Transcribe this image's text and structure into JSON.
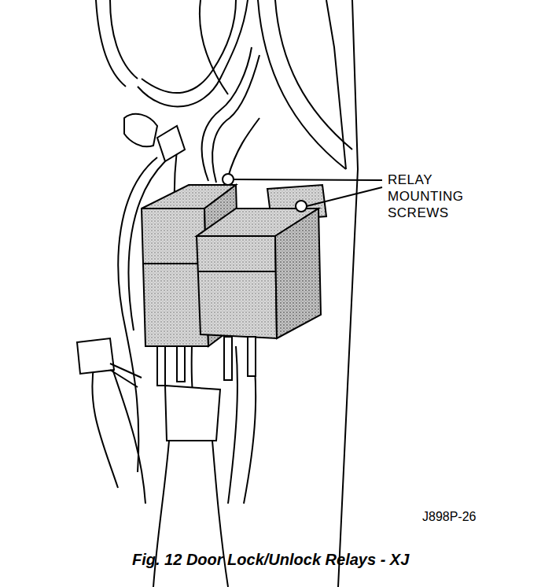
{
  "diagram": {
    "caption": "Fig. 12 Door Lock/Unlock Relays - XJ",
    "labels": [
      "RELAY MOUNTING SCREWS",
      "J898P-26"
    ]
  }
}
